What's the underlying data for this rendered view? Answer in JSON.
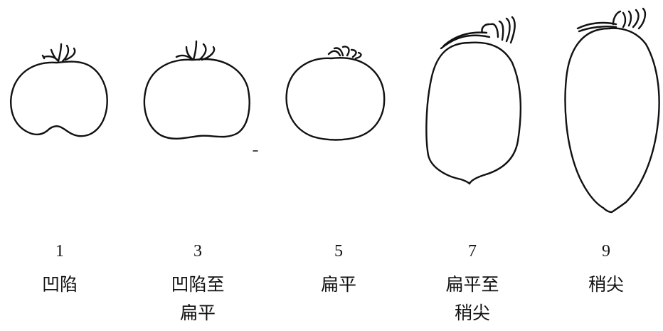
{
  "items": [
    {
      "grade": "1",
      "label_line1": "凹陷",
      "label_line2": ""
    },
    {
      "grade": "3",
      "label_line1": "凹陷至",
      "label_line2": "扁平"
    },
    {
      "grade": "5",
      "label_line1": "扁平",
      "label_line2": ""
    },
    {
      "grade": "7",
      "label_line1": "扁平至",
      "label_line2": "稍尖"
    },
    {
      "grade": "9",
      "label_line1": "稍尖",
      "label_line2": ""
    }
  ],
  "colors": {
    "stroke": "#111111",
    "background": "#ffffff"
  }
}
